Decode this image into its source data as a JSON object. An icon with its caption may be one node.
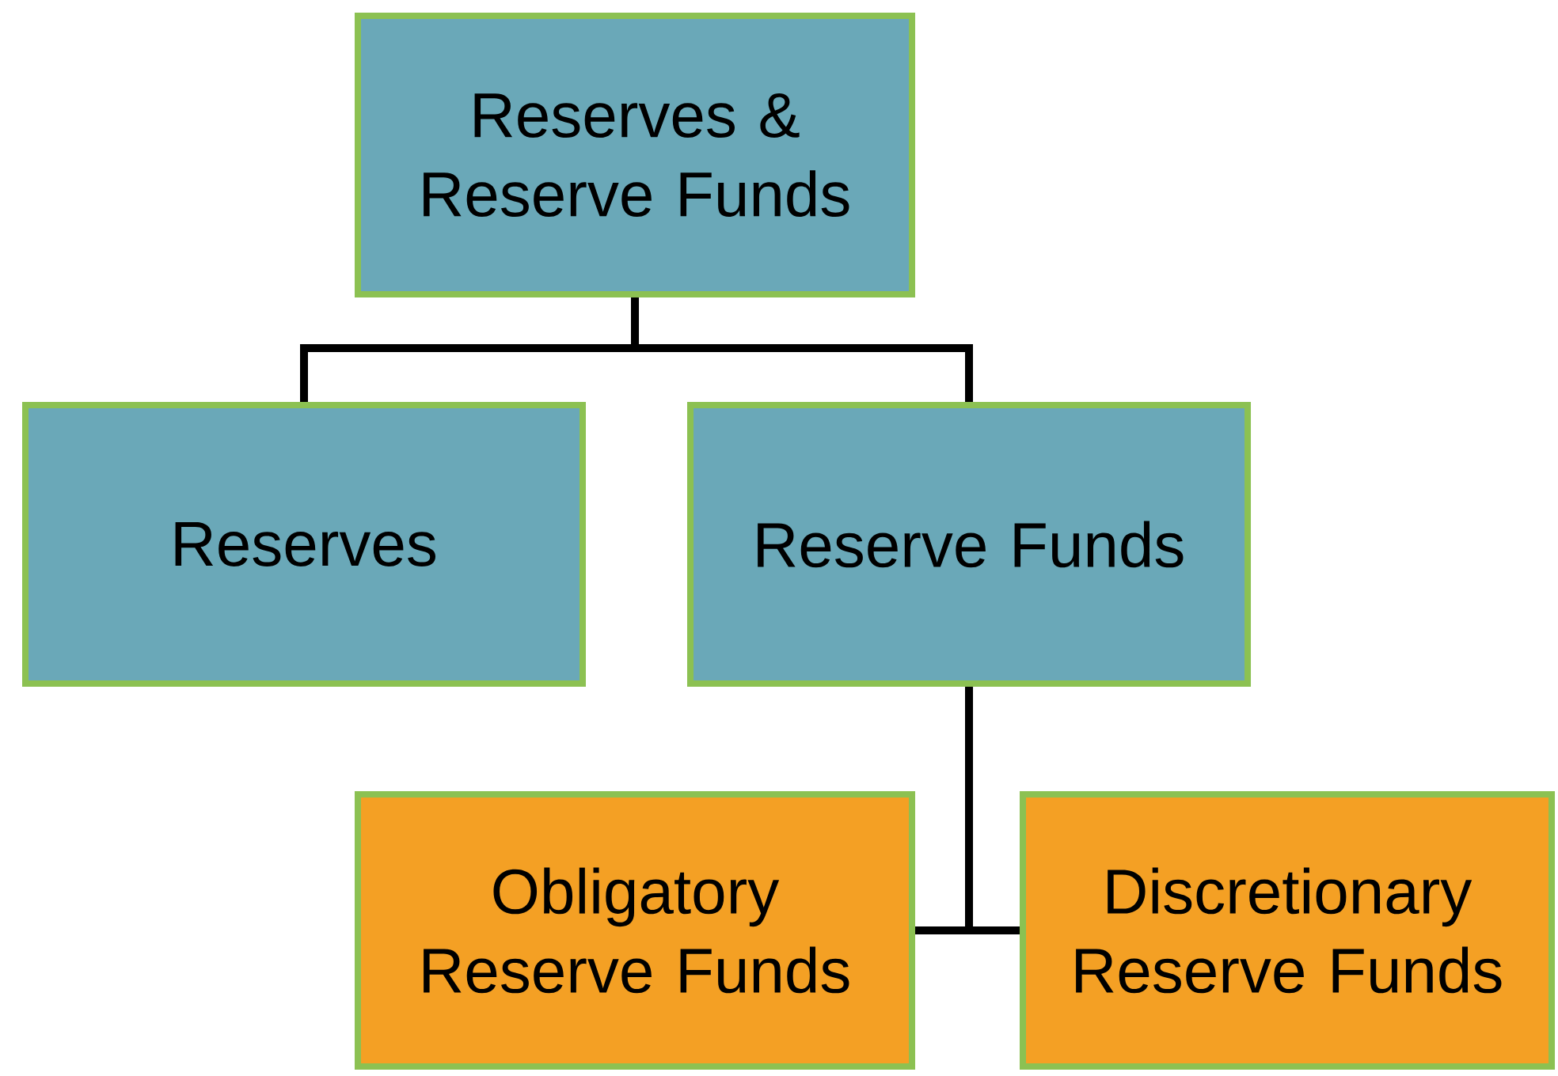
{
  "diagram": {
    "nodes": [
      {
        "text": [
          "Reserves & Reserve Funds"
        ]
      },
      {
        "text": [
          "Reserves"
        ]
      },
      {
        "text": [
          "Reserve Funds"
        ]
      },
      {
        "text": [
          "Obligatory Reserve Funds"
        ]
      },
      {
        "text": [
          "Discretionary Reserve Funds"
        ]
      }
    ],
    "edges": [
      {
        "from": 0,
        "to": 1,
        "arrow": "none"
      },
      {
        "from": 0,
        "to": 2,
        "arrow": "none"
      },
      {
        "from": 2,
        "to": 3,
        "arrow": "none"
      },
      {
        "from": 2,
        "to": 4,
        "arrow": "none"
      }
    ]
  }
}
